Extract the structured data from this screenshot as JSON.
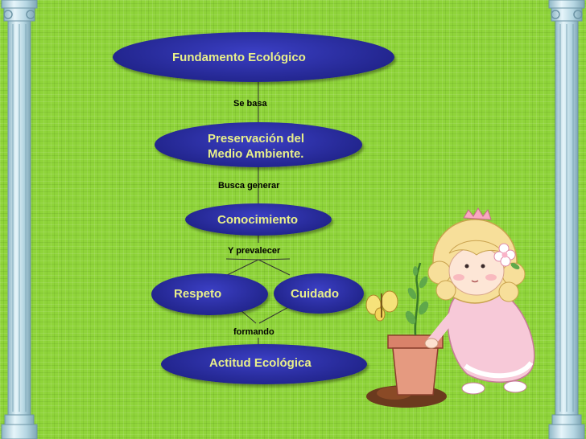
{
  "diagram": {
    "nodes": {
      "fundamento": "Fundamento Ecológico",
      "preservacion_line1": "Preservación del",
      "preservacion_line2": "Medio Ambiente.",
      "conocimiento": "Conocimiento",
      "respeto": "Respeto",
      "cuidado": "Cuidado",
      "actitud": "Actitud Ecológica"
    },
    "links": {
      "se_basa": "Se basa",
      "busca_generar": "Busca generar",
      "y_prevalecer": "Y prevalecer",
      "formando": "formando"
    }
  },
  "colors": {
    "background": "#8fd43a",
    "node_fill": "#23268f",
    "node_text": "#e8ef8a",
    "pillar": "#c6e4ee"
  },
  "decorations": [
    "left-pillar-column",
    "right-pillar-column",
    "girl-with-plant-clipart",
    "butterfly"
  ]
}
